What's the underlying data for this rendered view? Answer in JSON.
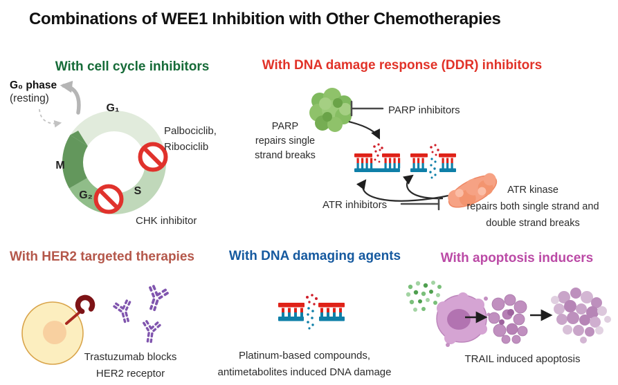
{
  "title": "Combinations of WEE1 Inhibition with Other Chemotherapies",
  "sections": {
    "cell_cycle": {
      "heading": "With cell cycle inhibitors",
      "heading_color": "#166b38",
      "g0_phase": "G₀ phase",
      "g0_sub": "(resting)",
      "phases": [
        "G₁",
        "S",
        "G₂",
        "M"
      ],
      "ring_colors": [
        "#e1ebdc",
        "#c0d8ba",
        "#90bd89",
        "#63975c"
      ],
      "inhibitor1_line1": "Palbociclib,",
      "inhibitor1_line2": "Ribociclib",
      "inhibitor2": "CHK inhibitor"
    },
    "ddr": {
      "heading": "With DNA damage response (DDR) inhibitors",
      "heading_color": "#e13228",
      "parp_label": [
        "PARP",
        "repairs single",
        "strand breaks"
      ],
      "parp_inhibitors": "PARP inhibitors",
      "atr_inhibitors": "ATR inhibitors",
      "atr_label": [
        "ATR kinase",
        "repairs both single strand and",
        "double strand breaks"
      ]
    },
    "her2": {
      "heading": "With HER2 targeted therapies",
      "heading_color": "#b4574a",
      "caption": [
        "Trastuzumab blocks",
        "HER2 receptor"
      ]
    },
    "dna_damage": {
      "heading": "With DNA damaging agents",
      "heading_color": "#15599f",
      "caption": [
        "Platinum-based compounds,",
        "antimetabolites induced DNA damage"
      ]
    },
    "apoptosis": {
      "heading": "With apoptosis inducers",
      "heading_color": "#bb4aa6",
      "caption": "TRAIL induced apoptosis"
    }
  },
  "icons": {
    "prohibition": "no-entry-icon",
    "gray_curved_arrow": "cycle-exit-arrow-icon",
    "inhibition_bar": "t-bar-inhibition-icon",
    "dna_single_break": "dna-single-strand-break-icon",
    "dna_double_break": "dna-double-strand-break-icon",
    "parp_blob": "parp-protein-icon",
    "atr_blob": "atr-kinase-protein-icon",
    "antibody": "antibody-y-icon",
    "receptor": "her2-receptor-icon",
    "trail_dots": "trail-ligand-dots-icon",
    "black_arrow": "arrow-right-icon"
  },
  "colors": {
    "prohibition_red": "#e0322c",
    "dna_red": "#df2218",
    "dna_blue": "#0e7fa8",
    "parp_green": "#8fc26a",
    "atr_orange": "#f6a284",
    "cell_yellow": "#fceebf",
    "nucleus_peach": "#f8d0a0",
    "receptor_dark_red": "#7d1316",
    "antibody_purple": "#8055ae",
    "apoptotic_purple": "#c08fbf",
    "trail_green": "#5aa85a",
    "arrow_black": "#1e1e1e",
    "arrow_gray": "#b5b5b5"
  }
}
